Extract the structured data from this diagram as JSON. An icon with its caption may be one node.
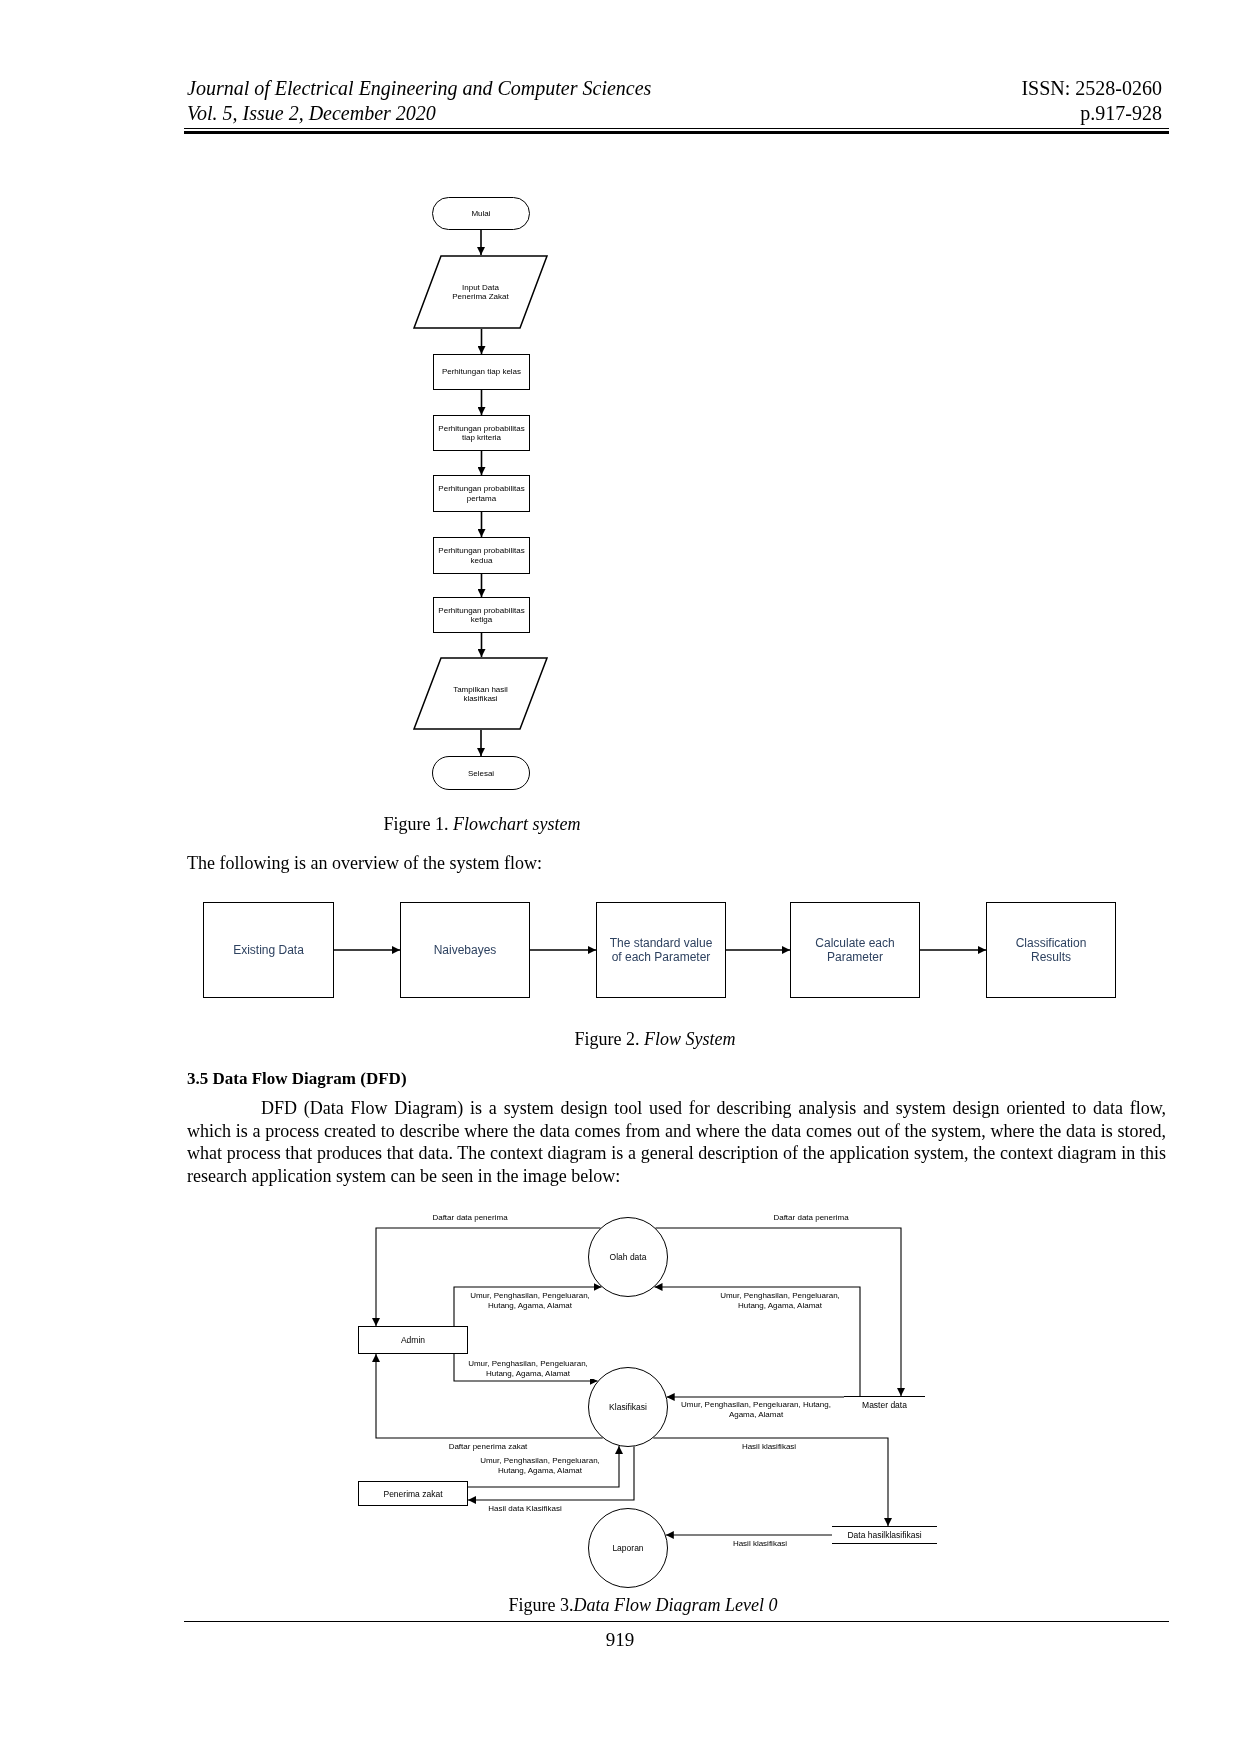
{
  "diagram": {
    "nodes": [
      {
        "text": [
          "Mulai"
        ]
      },
      {
        "text": [
          "Input Data Penerima Zakat"
        ]
      },
      {
        "text": [
          "Perhitungan tiap kelas"
        ]
      },
      {
        "text": [
          "Perhitungan probabilitas tiap kriteria"
        ]
      },
      {
        "text": [
          "Perhitungan probabilitas pertama"
        ]
      },
      {
        "text": [
          "Perhitungan probabilitas kedua"
        ]
      },
      {
        "text": [
          "Perhitungan probabilitas ketiga"
        ]
      },
      {
        "text": [
          "Tampilkan hasil klasifikasi"
        ]
      },
      {
        "text": [
          "Selesai"
        ]
      },
      {
        "text": [
          "Existing Data"
        ]
      },
      {
        "text": [
          "Naivebayes"
        ]
      },
      {
        "text": [
          "The standard value of each Parameter"
        ]
      },
      {
        "text": [
          "Calculate each Parameter"
        ]
      },
      {
        "text": [
          "Classification Results"
        ]
      },
      {
        "text": [
          "Olah data"
        ]
      },
      {
        "text": [
          "Admin"
        ]
      },
      {
        "text": [
          "Klasifikasi"
        ]
      },
      {
        "text": [
          "Master data"
        ]
      },
      {
        "text": [
          "Penerima zakat"
        ]
      },
      {
        "text": [
          "Laporan"
        ]
      },
      {
        "text": [
          "Data hasilklasifikasi"
        ]
      }
    ],
    "edges": [
      {
        "from": 0,
        "to": 1,
        "arrow": "to"
      },
      {
        "from": 1,
        "to": 2,
        "arrow": "to"
      },
      {
        "from": 2,
        "to": 3,
        "arrow": "to"
      },
      {
        "from": 3,
        "to": 4,
        "arrow": "to"
      },
      {
        "from": 4,
        "to": 5,
        "arrow": "to"
      },
      {
        "from": 5,
        "to": 6,
        "arrow": "to"
      },
      {
        "from": 6,
        "to": 7,
        "arrow": "to"
      },
      {
        "from": 7,
        "to": 8,
        "arrow": "to"
      },
      {
        "from": 9,
        "to": 10,
        "arrow": "to"
      },
      {
        "from": 10,
        "to": 11,
        "arrow": "to"
      },
      {
        "from": 11,
        "to": 12,
        "arrow": "to"
      },
      {
        "from": 12,
        "to": 13,
        "arrow": "to"
      },
      {
        "from": 14,
        "to": 15,
        "arrow": "to",
        "label": "Daftar data penerima"
      },
      {
        "from": 14,
        "to": 17,
        "arrow": "to",
        "label": "Daftar data penerima"
      },
      {
        "from": 15,
        "to": 14,
        "arrow": "to",
        "label": "Umur, Penghasilan, Pengeluaran, Hutang, Agama, Alamat"
      },
      {
        "from": 17,
        "to": 14,
        "arrow": "to",
        "label": "Umur, Penghasilan, Pengeluaran, Hutang, Agama, Alamat"
      },
      {
        "from": 15,
        "to": 16,
        "arrow": "to",
        "label": "Umur, Penghasilan, Pengeluaran, Hutang, Agama, Alamat"
      },
      {
        "from": 17,
        "to": 16,
        "arrow": "to",
        "label": "Umur, Penghasilan, Pengeluaran, Hutang, Agama, Alamat"
      },
      {
        "from": 16,
        "to": 15,
        "arrow": "to",
        "label": "Daftar penerima zakat"
      },
      {
        "from": 16,
        "to": 20,
        "arrow": "to",
        "label": "Hasil klasifikasi"
      },
      {
        "from": 18,
        "to": 16,
        "arrow": "to",
        "label": "Umur, Penghasilan, Pengeluaran, Hutang, Agama, Alamat"
      },
      {
        "from": 16,
        "to": 18,
        "arrow": "to",
        "label": "Hasil data Klasifikasi"
      },
      {
        "from": 20,
        "to": 19,
        "arrow": "to",
        "label": "Hasil klasifikasi"
      }
    ],
    "labels": [
      "Journal of Electrical Engineering and Computer Sciences",
      "Vol. 5, Issue 2, December 2020",
      "ISSN: 2528-0260",
      "p.917-928",
      "Figure 1. *Flowchart system*",
      "The following is an overview of the system flow:",
      "Figure 2. *Flow System*",
      "3.5 Data Flow Diagram (DFD)",
      "DFD (Data Flow Diagram) is a system design tool used for describing analysis and system design oriented to data flow, which is a process created to describe where the data comes from and where the data comes out of the system, where the data is stored, what process that produces that data. The context diagram is a general description of the application system, the context diagram in this research application system can be seen in the image below:",
      "Figure 3.*Data Flow Diagram Level 0*",
      "919"
    ]
  }
}
